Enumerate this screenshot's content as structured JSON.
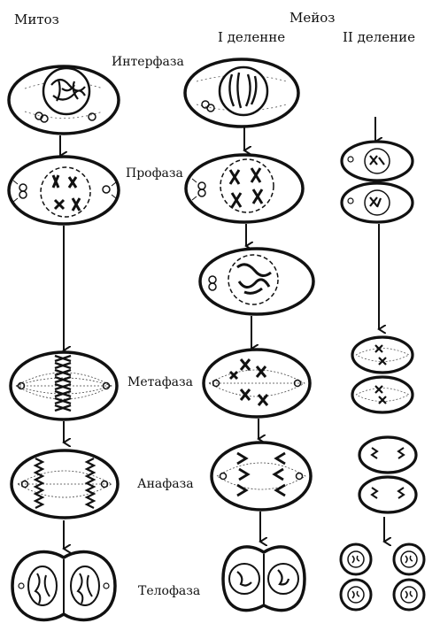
{
  "headers": {
    "mitosis": "Митоз",
    "meiosis": "Мейоз",
    "division_1": "I деленне",
    "division_2": "II деление"
  },
  "phases": {
    "interphase": "Интерфаза",
    "prophase": "Профаза",
    "metaphase": "Метафаза",
    "anaphase": "Анафаза",
    "telophase": "Телофаза"
  }
}
